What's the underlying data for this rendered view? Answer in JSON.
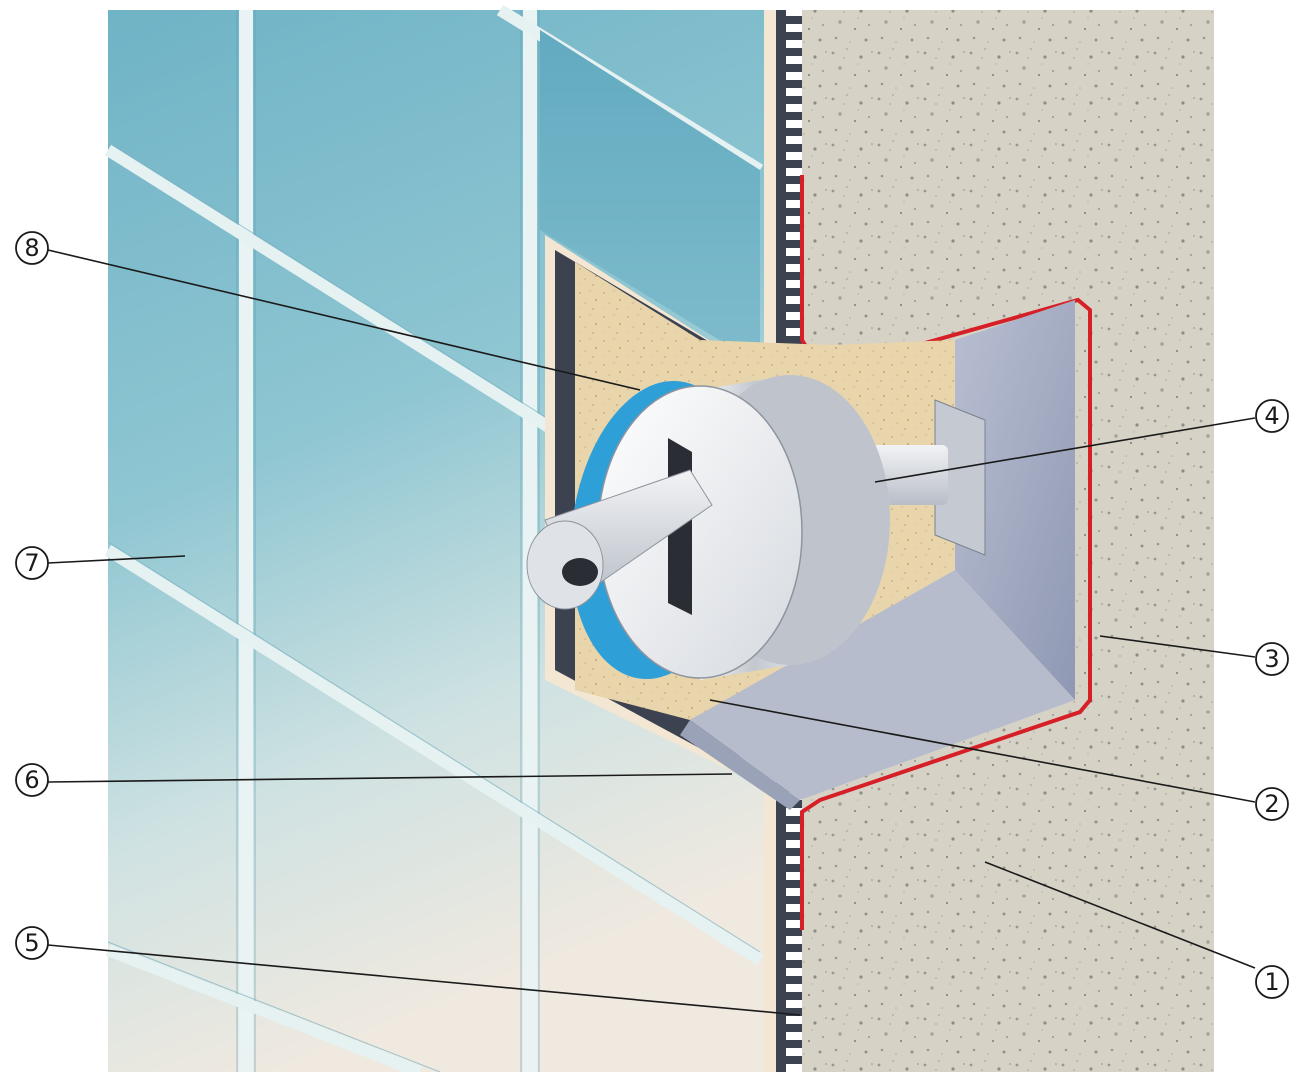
{
  "diagram": {
    "colors": {
      "concrete": "#d6d2c6",
      "concrete_speck": "#9a978f",
      "tile_top": "#6fb6c8",
      "tile_bottom": "#efeae2",
      "grout": "#ffffff",
      "mortar_bed": "#f3e7d3",
      "sealing_tape": "#3c4250",
      "membrane_red": "#d61f26",
      "filler_sand": "#e9d5ab",
      "sleeve_metal": "#c9cdd3",
      "box_lining": "#aab2c8",
      "blue_gasket": "#2f9fd8"
    },
    "callouts": [
      {
        "num": "1",
        "label": "1"
      },
      {
        "num": "2",
        "label": "2"
      },
      {
        "num": "3",
        "label": "3"
      },
      {
        "num": "4",
        "label": "4"
      },
      {
        "num": "5",
        "label": "5"
      },
      {
        "num": "6",
        "label": "6"
      },
      {
        "num": "7",
        "label": "7"
      },
      {
        "num": "8",
        "label": "8"
      }
    ]
  }
}
